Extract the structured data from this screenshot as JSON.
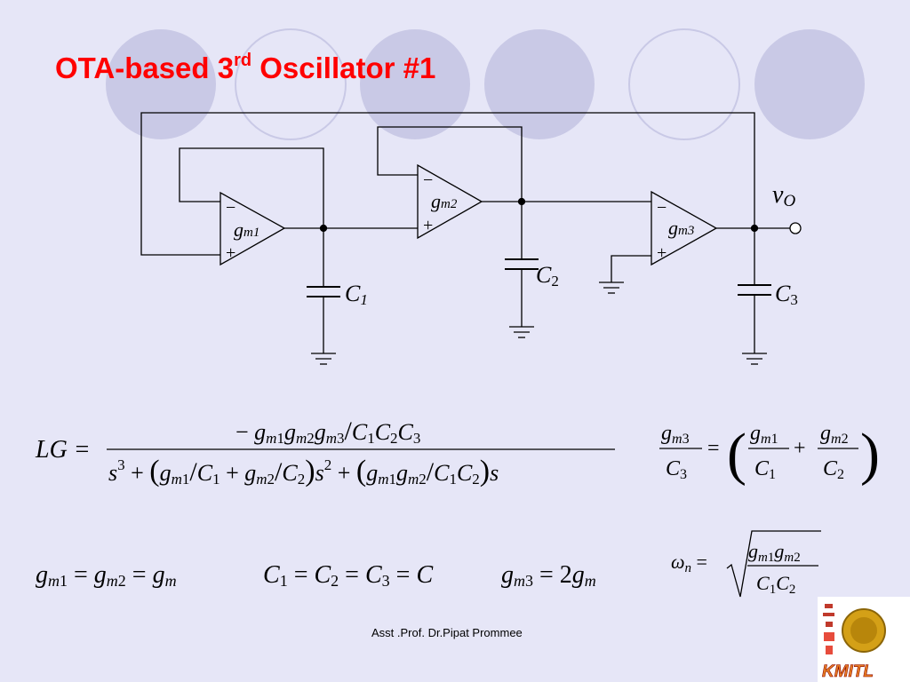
{
  "slide": {
    "title_main": "OTA-based 3",
    "title_sup": "rd",
    "title_rest": " Oscillator #1",
    "footer": "Asst .Prof. Dr.Pipat Prommee",
    "logo_text": "KMITL"
  },
  "circuit": {
    "ota1": {
      "label": "g",
      "sub": "m1",
      "minus": "−",
      "plus": "+"
    },
    "ota2": {
      "label": "g",
      "sub": "m2",
      "minus": "−",
      "plus": "+"
    },
    "ota3": {
      "label": "g",
      "sub": "m3",
      "minus": "−",
      "plus": "+"
    },
    "c1": {
      "label": "C",
      "sub": "1"
    },
    "c2": {
      "label": "C",
      "sub": "2"
    },
    "c3": {
      "label": "C",
      "sub": "3"
    },
    "output": {
      "label": "v",
      "sub": "O"
    }
  },
  "equations": {
    "lg_lhs": "LG =",
    "cond1": "g_m1 = g_m2 = g_m",
    "cond2": "C_1 = C_2 = C_3 = C",
    "cond3": "g_m3 = 2g_m"
  },
  "colors": {
    "background": "#e6e6f7",
    "title": "#ff0000",
    "circle": "#c9c9e6",
    "wire": "#000000"
  }
}
